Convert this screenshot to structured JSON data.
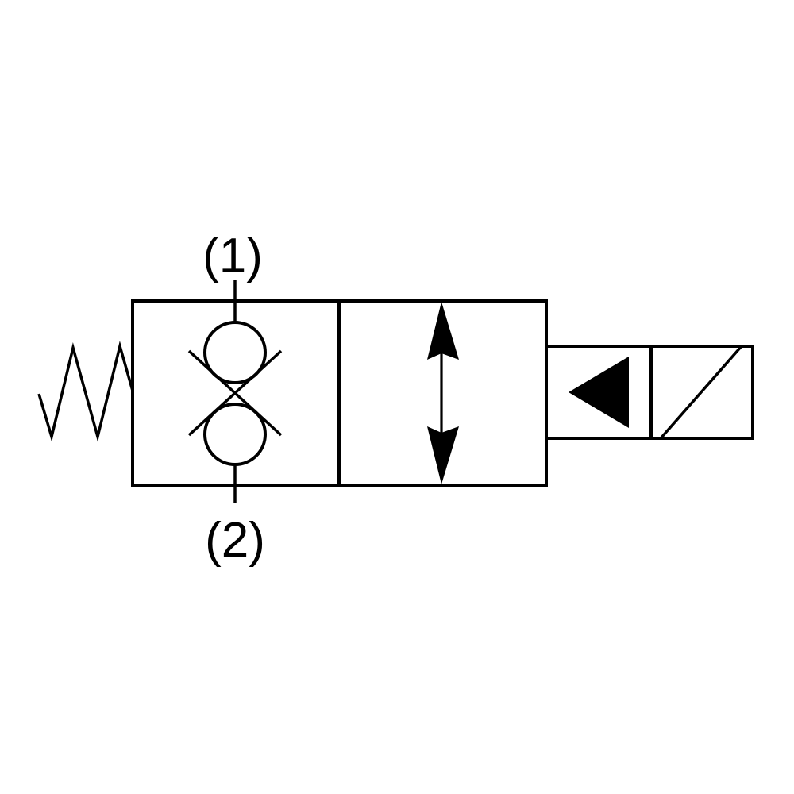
{
  "diagram": {
    "kind": "hydraulic-valve-schematic",
    "symbol": "2-way 2-position solenoid-operated cartridge valve, spring return",
    "colors": {
      "line": "#000000",
      "fill": "#000000",
      "background": "#ffffff"
    },
    "ports": [
      {
        "label": "(1)"
      },
      {
        "label": "(2)"
      }
    ],
    "icons": {
      "spring": "spring-return-icon",
      "left_position": "dual-check-valve-blocked-icon",
      "right_position": "bidirectional-flow-arrow-icon",
      "actuator": "solenoid-coil-icon"
    }
  }
}
